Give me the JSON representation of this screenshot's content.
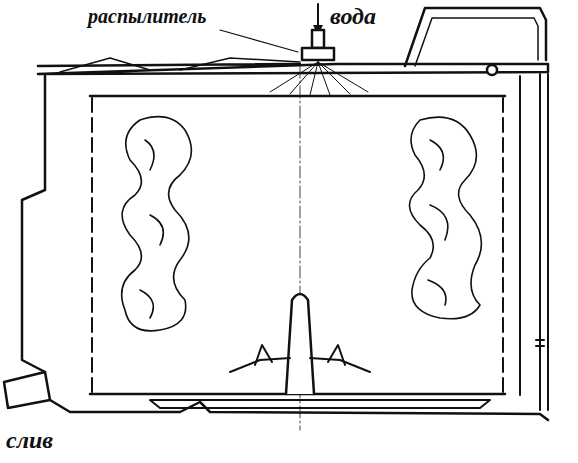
{
  "diagram": {
    "labels": [
      "распылитель",
      "вода",
      "слив"
    ]
  }
}
